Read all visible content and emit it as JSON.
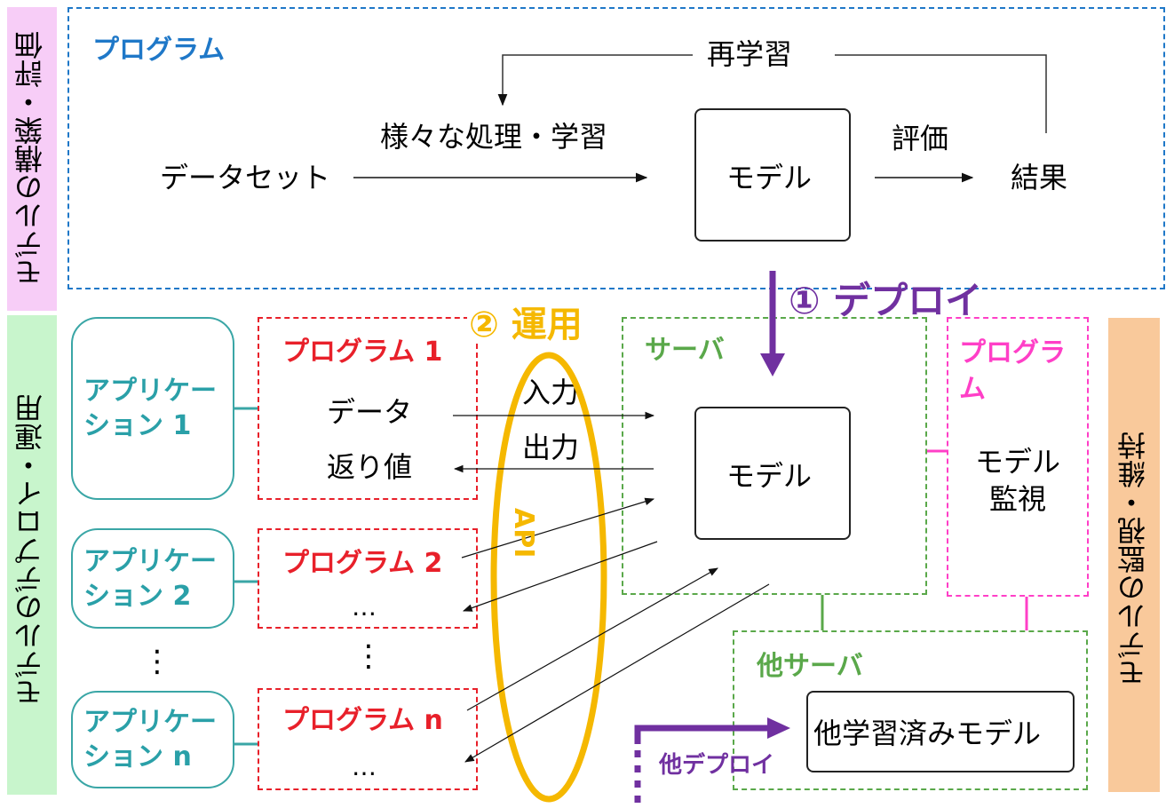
{
  "side_labels": {
    "build": "モデルの構築・評価",
    "deploy": "モデルのデプロイ・運用",
    "monitor": "モデルの監視・維持"
  },
  "top": {
    "program_label": "プログラム",
    "retrain": "再学習",
    "processing": "様々な処理・学習",
    "dataset": "データセット",
    "model": "モデル",
    "evaluate": "評価",
    "result": "結果"
  },
  "deploy_label": "① デプロイ",
  "operate_label": "② 運用",
  "api_label": "API",
  "server": {
    "label": "サーバ",
    "input": "入力",
    "output": "出力",
    "model": "モデル"
  },
  "monitor_program": {
    "label": "プログラム",
    "text": "モデル\n監視"
  },
  "apps": [
    {
      "label": "アプリケー\nション 1"
    },
    {
      "label": "アプリケー\nション 2"
    },
    {
      "label": "アプリケー\nション n"
    }
  ],
  "programs": [
    {
      "label": "プログラム 1",
      "line1": "データ",
      "line2": "返り値"
    },
    {
      "label": "プログラム 2",
      "line1": "…"
    },
    {
      "label": "プログラム n",
      "line1": "…"
    }
  ],
  "vdots": "⋮",
  "other_server": {
    "label": "他サーバ",
    "model": "他学習済みモデル",
    "deploy": "他デプロイ"
  },
  "colors": {
    "blue": "#1f78c8",
    "pink": "#f7cdf7",
    "green_band": "#c8f5cc",
    "orange_band": "#f9c99b",
    "red": "#e8202a",
    "teal": "#2aa0a8",
    "gold": "#f5b800",
    "purple": "#7030a0",
    "green": "#5aa84a",
    "magenta": "#ff3fc7"
  }
}
